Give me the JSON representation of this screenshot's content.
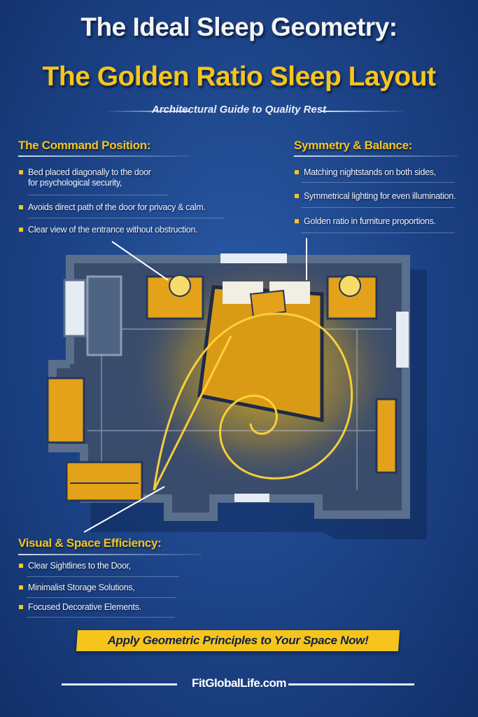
{
  "header": {
    "title_line1": "The Ideal Sleep Geometry:",
    "title_line2": "The Golden Ratio Sleep Layout",
    "subtitle": "Architectural Guide to Quality Rest"
  },
  "sections": {
    "command": {
      "heading": "The Command Position:",
      "items": [
        "Bed placed diagonally to the door",
        "for psychological security,",
        "Avoids direct path of the door for privacy & calm.",
        "Clear view of the entrance without obstruction."
      ]
    },
    "symmetry": {
      "heading": "Symmetry & Balance:",
      "items": [
        "Matching nightstands on both sides,",
        "Symmetrical lighting for even illumination.",
        "Golden ratio in furniture proportions."
      ]
    },
    "efficiency": {
      "heading": "Visual & Space Efficiency:",
      "items": [
        "Clear Sightlines to the Door,",
        "Minimalist Storage Solutions,",
        "Focused Decorative Elements."
      ]
    }
  },
  "cta": {
    "label": "Apply Geometric Principles to Your Space Now!"
  },
  "footer": {
    "site": "FitGlobalLife.com"
  },
  "colors": {
    "background": "#1d4488",
    "accent": "#f6c51c",
    "wall": "#5a6f8c",
    "floor": "#3a4c6c"
  }
}
